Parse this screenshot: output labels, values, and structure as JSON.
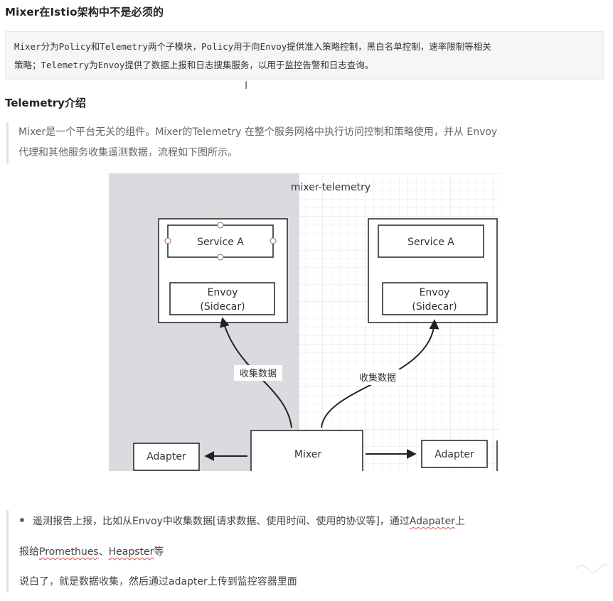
{
  "heading1": "Mixer在Istio架构中不是必须的",
  "code_block": {
    "line1": "Mixer分为Policy和Telemetry两个子模块，Policy用于向Envoy提供准入策略控制，黑白名单控制，速率限制等相关",
    "line2": "策略；Telemetry为Envoy提供了数据上报和日志搜集服务，以用于监控告警和日志查询。"
  },
  "heading2": "Telemetry介绍",
  "quote": {
    "line1": "Mixer是一个平台无关的组件。Mixer的Telemetry 在整个服务网格中执行访问控制和策略使用，并从 Envoy",
    "line2": "代理和其他服务收集遥测数据，流程如下图所示。"
  },
  "diagram": {
    "title": "mixer-telemetry",
    "left_service": "Service A",
    "left_envoy_1": "Envoy",
    "left_envoy_2": "(Sidecar)",
    "right_service": "Service A",
    "right_envoy_1": "Envoy",
    "right_envoy_2": "(Sidecar)",
    "left_arrow_label": "收集数据",
    "right_arrow_label": "收集数据",
    "mixer": "Mixer",
    "left_adapter": "Adapter",
    "right_adapter": "Adapter"
  },
  "bullets": {
    "item1_pre": "遥测报告上报，比如从Envoy中收集数据[请求数据、使用时间、使用的协议等]，通过",
    "item1_link": "Adapater",
    "item1_post": "上",
    "line2_pre": "报给",
    "line2_link1": "Promethues",
    "line2_sep": "、",
    "line2_link2": "Heapster",
    "line2_post": "等",
    "line3": "说白了，就是数据收集，然后通过adapter上传到监控容器里面"
  }
}
